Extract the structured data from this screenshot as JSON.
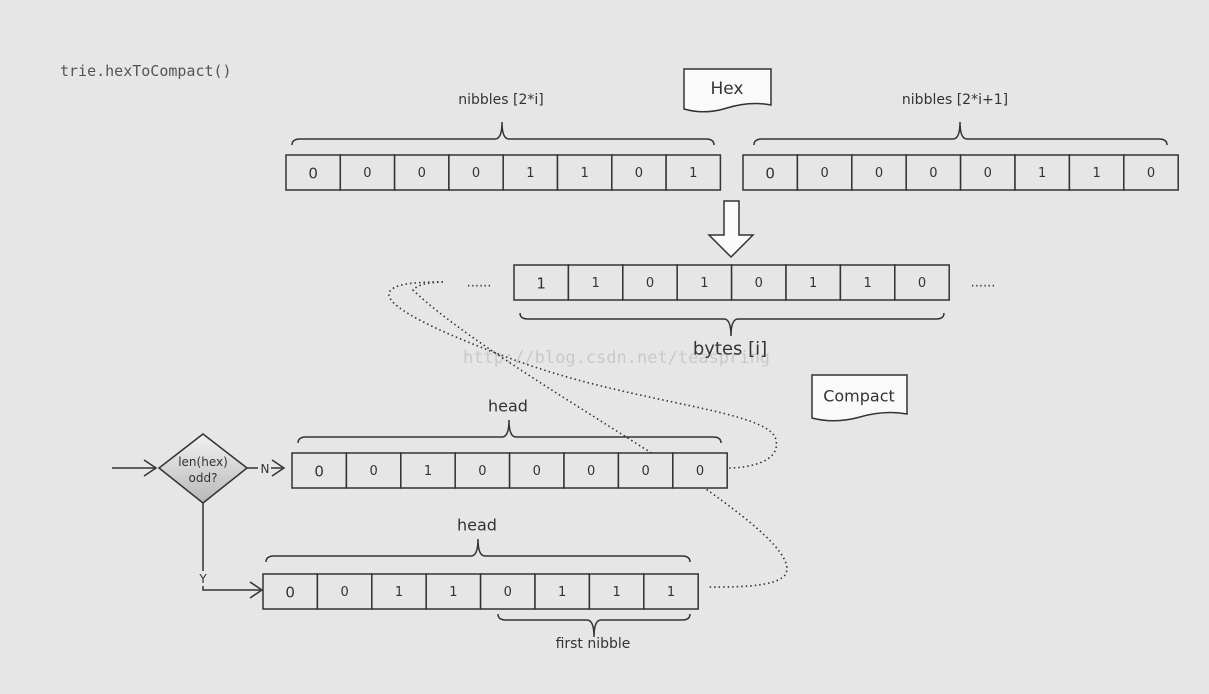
{
  "title": "trie.hexToCompact()",
  "watermark": "http://blog.csdn.net/teaspring",
  "hex_tag": "Hex",
  "compact_tag": "Compact",
  "nibbles_left": {
    "label": "nibbles  [2*i]",
    "cells": [
      "0",
      "0",
      "0",
      "0",
      "1",
      "1",
      "0",
      "1"
    ]
  },
  "nibbles_right": {
    "label": "nibbles  [2*i+1]",
    "cells": [
      "0",
      "0",
      "0",
      "0",
      "0",
      "1",
      "1",
      "0"
    ]
  },
  "bytes": {
    "label": "bytes [i]",
    "cells": [
      "1",
      "1",
      "0",
      "1",
      "0",
      "1",
      "1",
      "0"
    ],
    "ellipsis_left": "......",
    "ellipsis_right": "......"
  },
  "decision": {
    "line1": "len(hex)",
    "line2": "odd?",
    "no": "N",
    "yes": "Y"
  },
  "head_even": {
    "label": "head",
    "cells": [
      "0",
      "0",
      "1",
      "0",
      "0",
      "0",
      "0",
      "0"
    ]
  },
  "head_odd": {
    "label": "head",
    "cells": [
      "0",
      "0",
      "1",
      "1",
      "0",
      "1",
      "1",
      "1"
    ],
    "sub_label": "first nibble"
  }
}
